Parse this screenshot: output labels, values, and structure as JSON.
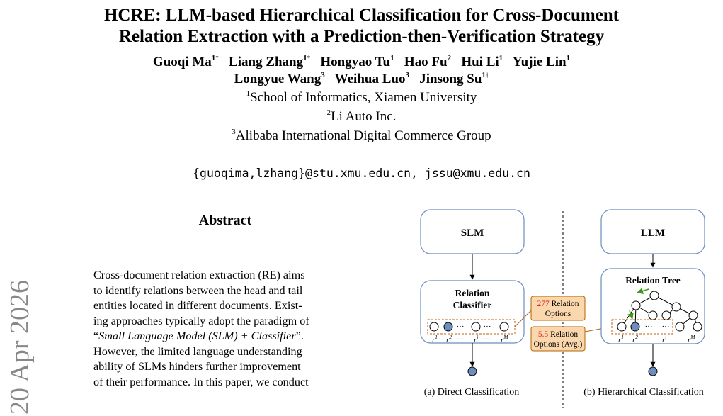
{
  "title": {
    "line1": "HCRE: LLM-based Hierarchical Classification for Cross-Document",
    "line2": "Relation Extraction with a Prediction-then-Verification Strategy"
  },
  "authors": [
    {
      "name": "Guoqi Ma",
      "aff": "1",
      "mark": "*"
    },
    {
      "name": "Liang Zhang",
      "aff": "1",
      "mark": "*"
    },
    {
      "name": "Hongyao Tu",
      "aff": "1",
      "mark": ""
    },
    {
      "name": "Hao Fu",
      "aff": "2",
      "mark": ""
    },
    {
      "name": "Hui Li",
      "aff": "1",
      "mark": ""
    },
    {
      "name": "Yujie Lin",
      "aff": "1",
      "mark": ""
    },
    {
      "name": "Longyue Wang",
      "aff": "3",
      "mark": ""
    },
    {
      "name": "Weihua Luo",
      "aff": "3",
      "mark": ""
    },
    {
      "name": "Jinsong Su",
      "aff": "1",
      "mark": "†"
    }
  ],
  "affiliations": [
    {
      "num": "1",
      "text": "School of Informatics, Xiamen University"
    },
    {
      "num": "2",
      "text": "Li Auto Inc."
    },
    {
      "num": "3",
      "text": "Alibaba International Digital Commerce Group"
    }
  ],
  "email": "{guoqima,lzhang}@stu.xmu.edu.cn, jssu@xmu.edu.cn",
  "arxiv_stamp": "20 Apr 2026",
  "abstract": {
    "heading": "Abstract",
    "lines": [
      "Cross-document relation extraction (RE) aims",
      "to identify relations between the head and tail",
      "entities located in different documents. Exist-",
      "ing approaches typically adopt the paradigm of",
      "“Small Language Model (SLM) + Classifier”.",
      "However, the limited language understanding",
      "ability of SLMs hinders further improvement",
      "of their performance. In this paper, we conduct"
    ]
  },
  "figure": {
    "left": {
      "model": "SLM",
      "classifier_l1": "Relation",
      "classifier_l2": "Classifier",
      "options_num": "277",
      "options_rest": " Relation",
      "options_l2": "Options",
      "caption": "(a) Direct Classification"
    },
    "right": {
      "model": "LLM",
      "tree_label": "Relation Tree",
      "options_num": "5.5",
      "options_rest": " Relation",
      "options_l2": "Options (Avg.)",
      "caption": "(b) Hierarchical Classification"
    },
    "r_labels": [
      "r",
      "r",
      "r",
      "r"
    ],
    "r_sups": [
      "1",
      "2",
      "i",
      "M"
    ],
    "ellipsis": "···",
    "colors": {
      "box_border": "#6c8ebf",
      "node_fill": "#6c8ebf",
      "callout_fill": "#fad7ac",
      "callout_border": "#b46504",
      "highlight_red": "#e02020",
      "arrow_green": "#3a9a1a"
    }
  }
}
